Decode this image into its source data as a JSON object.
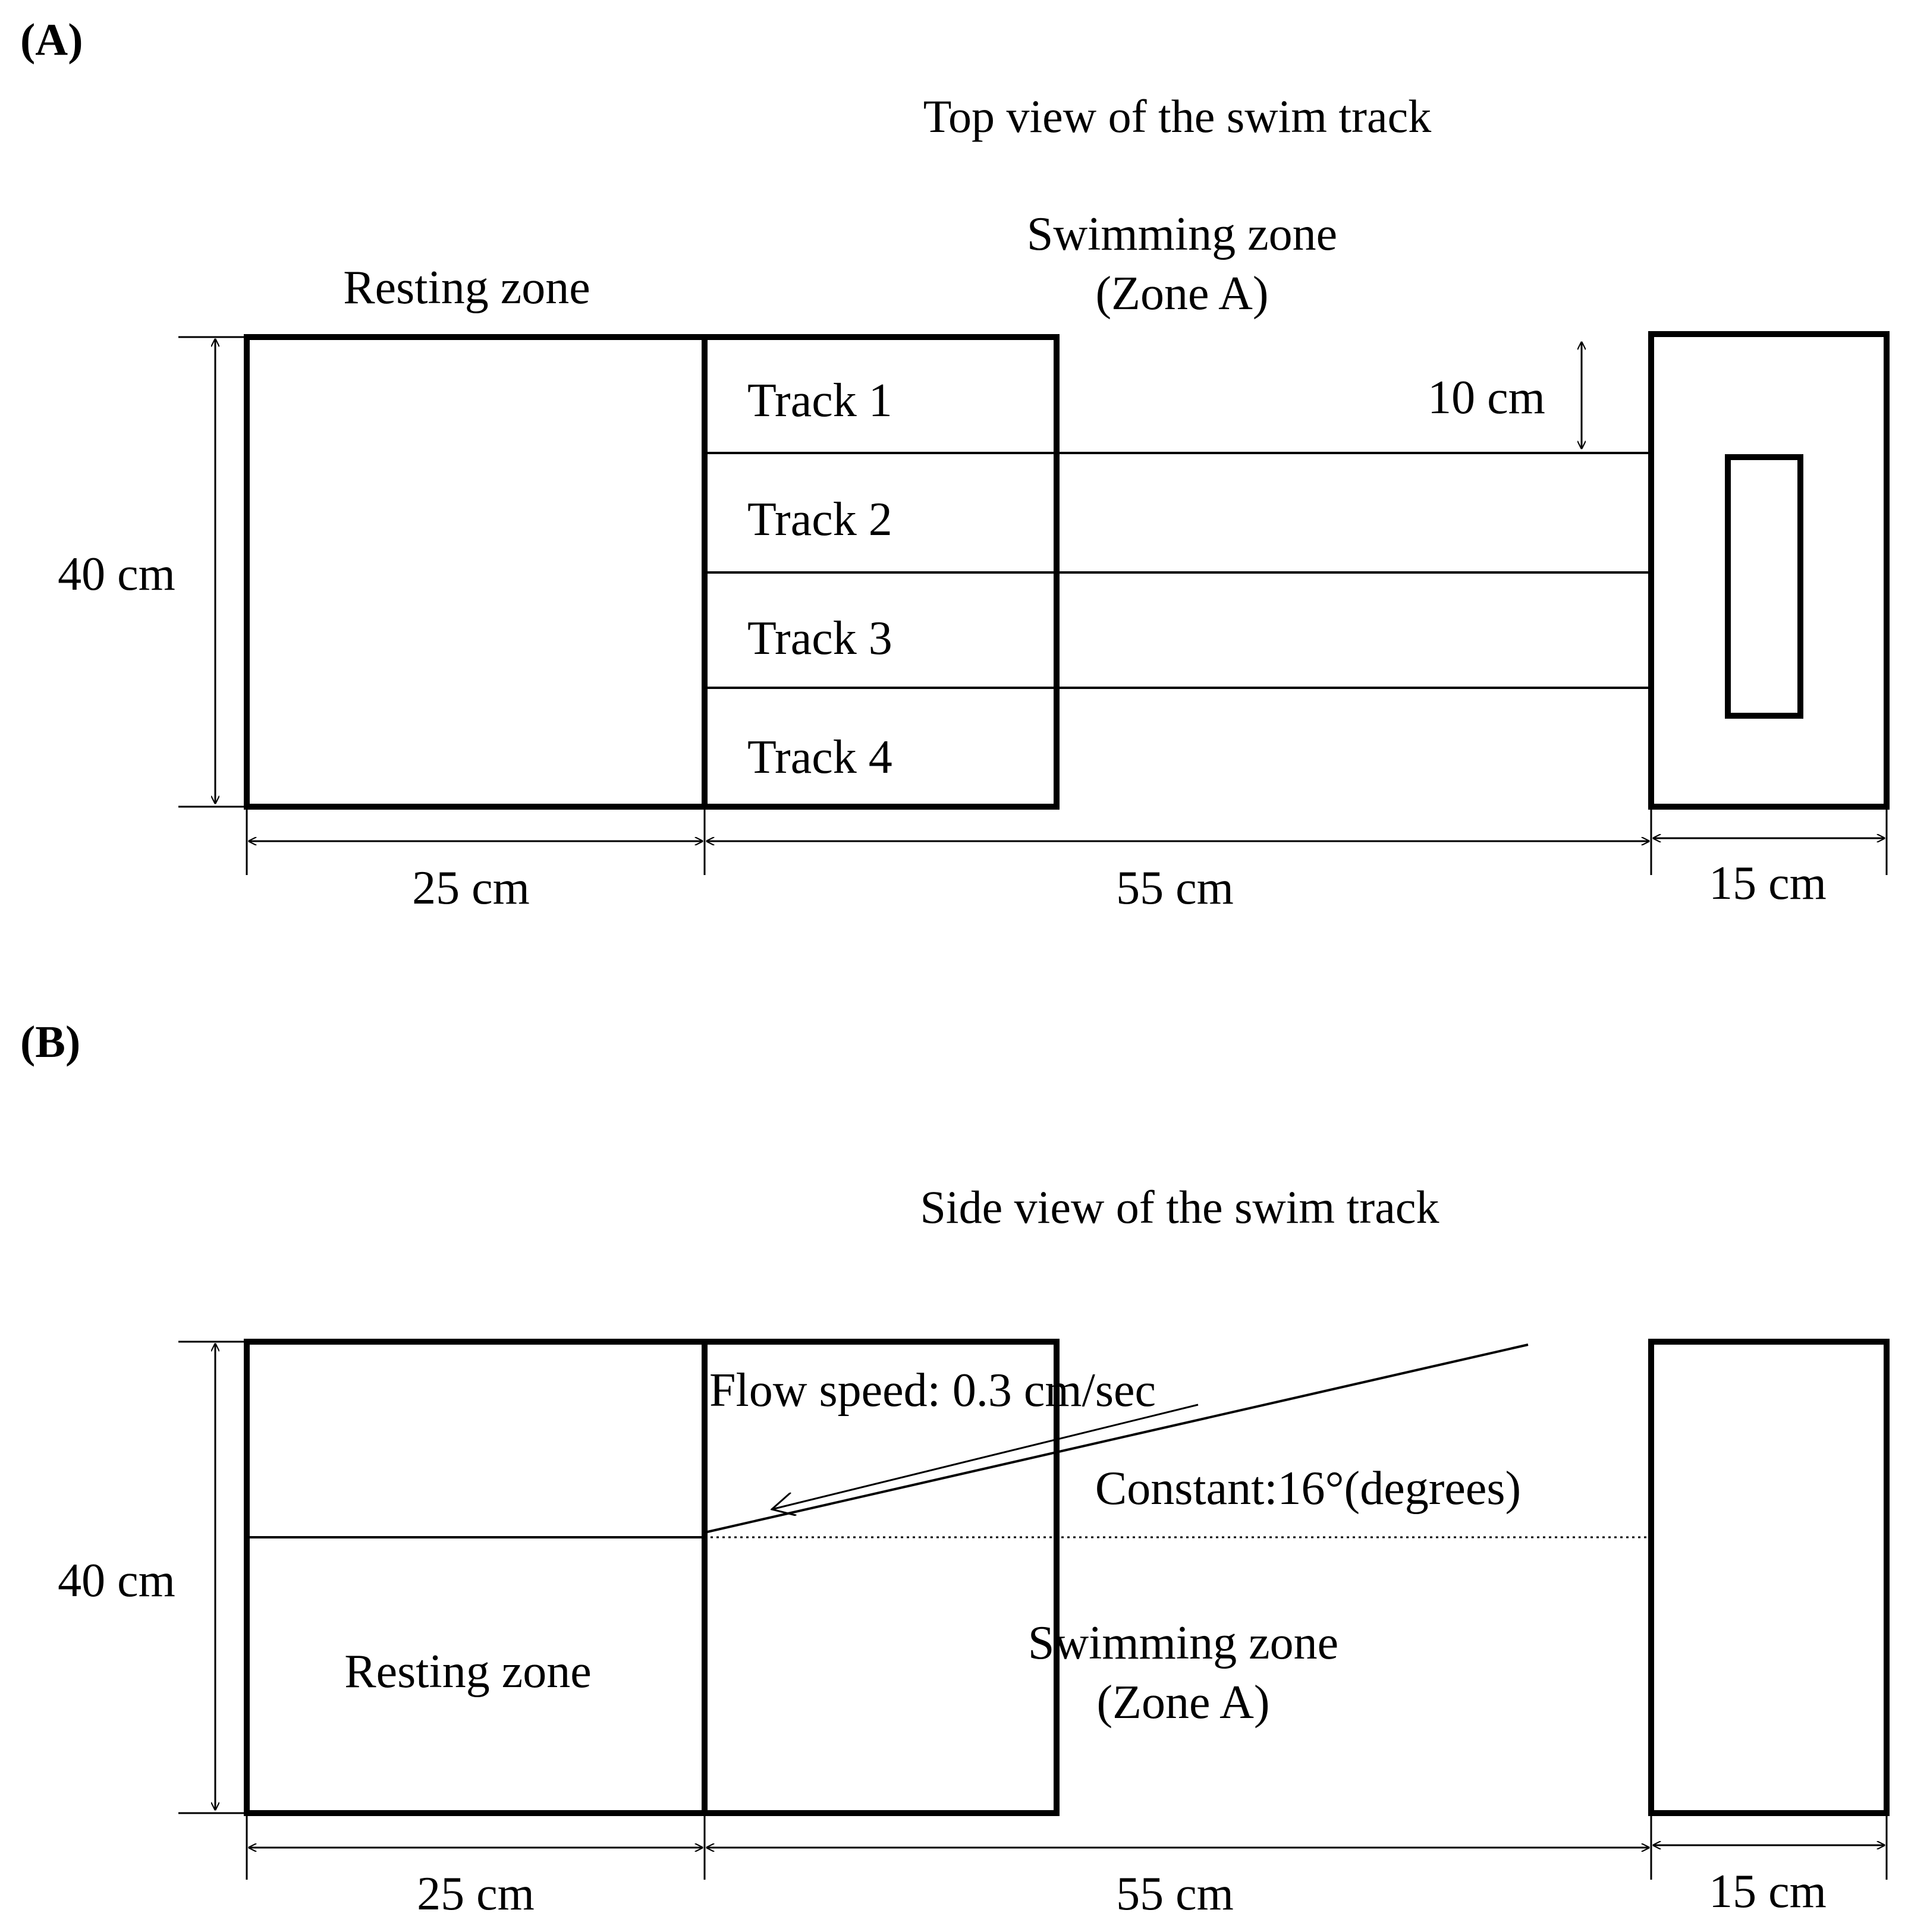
{
  "panel_a": {
    "label": "(A)",
    "title": "Top view of the swim track",
    "resting_zone": "Resting zone",
    "swimming_zone_line1": "Swimming zone",
    "swimming_zone_line2": "(Zone A)",
    "tracks": [
      "Track 1",
      "Track 2",
      "Track 3",
      "Track 4"
    ],
    "track_width": "10 cm",
    "height_dim": "40 cm",
    "width_dims": [
      "25 cm",
      "55 cm",
      "15 cm"
    ]
  },
  "panel_b": {
    "label": "(B)",
    "title": "Side view of the swim track",
    "flow_speed": "Flow speed: 0.3 cm/sec",
    "angle": "Constant:16°(degrees)",
    "resting_zone": "Resting zone",
    "swimming_zone_line1": "Swimming zone",
    "swimming_zone_line2": "(Zone A)",
    "height_dim": "40 cm",
    "width_dims": [
      "25 cm",
      "55 cm",
      "15 cm"
    ]
  }
}
